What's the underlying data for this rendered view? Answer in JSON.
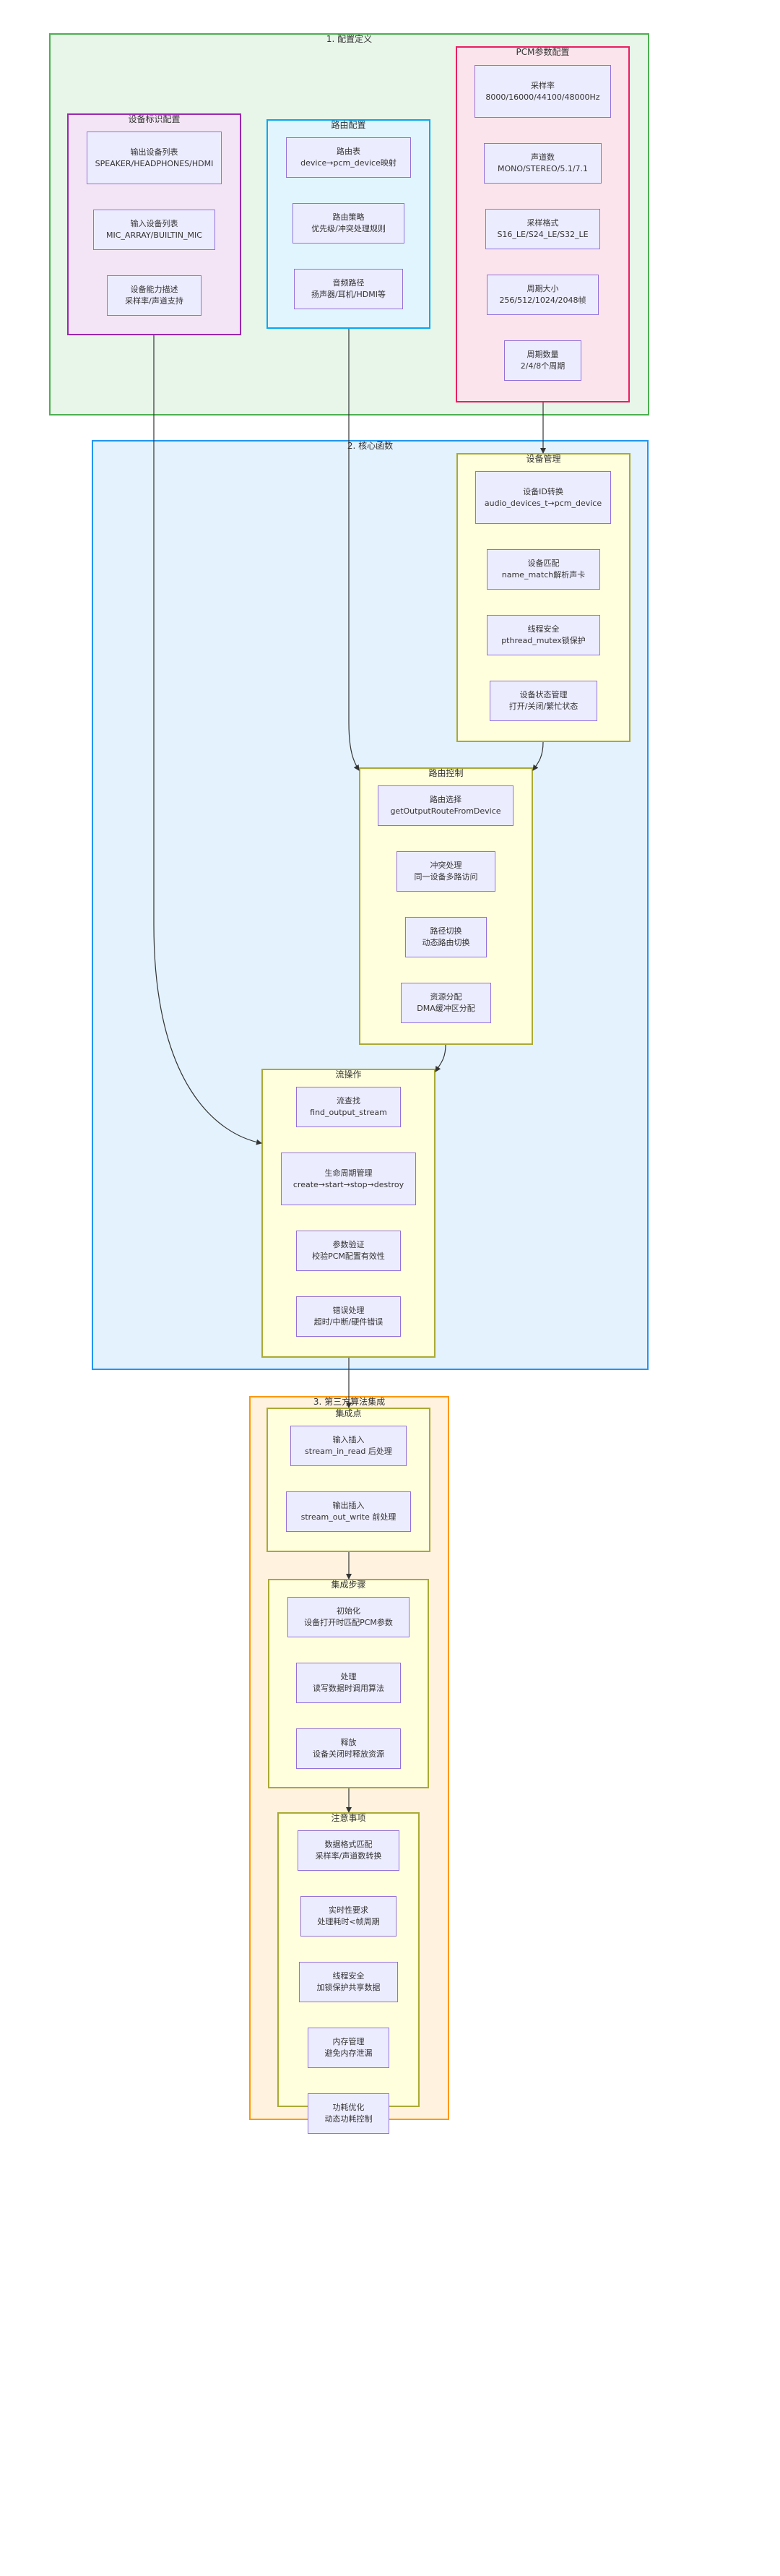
{
  "groups": {
    "config_def": "1. 配置定义",
    "device_id": "设备标识配置",
    "route_cfg": "路由配置",
    "pcm_cfg": "PCM参数配置",
    "core": "2. 核心函数",
    "dev_mgmt": "设备管理",
    "route_ctrl": "路由控制",
    "stream_ops": "流操作",
    "third_party": "3. 第三方算法集成",
    "integration_points": "集成点",
    "integration_steps": "集成步骤",
    "notes": "注意事项"
  },
  "nodes": {
    "out_list": [
      "输出设备列表",
      "SPEAKER/HEADPHONES/HDMI"
    ],
    "in_list": [
      "输入设备列表",
      "MIC_ARRAY/BUILTIN_MIC"
    ],
    "cap_desc": [
      "设备能力描述",
      "采样率/声道支持"
    ],
    "route_table": [
      "路由表",
      "device→pcm_device映射"
    ],
    "route_policy": [
      "路由策略",
      "优先级/冲突处理规则"
    ],
    "audio_path": [
      "音频路径",
      "扬声器/耳机/HDMI等"
    ],
    "sample_rate": [
      "采样率",
      "8000/16000/44100/48000Hz"
    ],
    "channels": [
      "声道数",
      "MONO/STEREO/5.1/7.1"
    ],
    "format": [
      "采样格式",
      "S16_LE/S24_LE/S32_LE"
    ],
    "period_size": [
      "周期大小",
      "256/512/1024/2048帧"
    ],
    "period_count": [
      "周期数量",
      "2/4/8个周期"
    ],
    "id_convert": [
      "设备ID转换",
      "audio_devices_t→pcm_device"
    ],
    "dev_match": [
      "设备匹配",
      "name_match解析声卡"
    ],
    "thread_safe": [
      "线程安全",
      "pthread_mutex锁保护"
    ],
    "dev_state": [
      "设备状态管理",
      "打开/关闭/繁忙状态"
    ],
    "route_select": [
      "路由选择",
      "getOutputRouteFromDevice"
    ],
    "conflict": [
      "冲突处理",
      "同一设备多路访问"
    ],
    "route_switch": [
      "路径切换",
      "动态路由切换"
    ],
    "res_alloc": [
      "资源分配",
      "DMA缓冲区分配"
    ],
    "find_stream": [
      "流查找",
      "find_output_stream"
    ],
    "lifecycle": [
      "生命周期管理",
      "create→start→stop→destroy"
    ],
    "param_check": [
      "参数验证",
      "校验PCM配置有效性"
    ],
    "error_handle": [
      "错误处理",
      "超时/中断/硬件错误"
    ],
    "in_hook": [
      "输入插入",
      "stream_in_read 后处理"
    ],
    "out_hook": [
      "输出插入",
      "stream_out_write 前处理"
    ],
    "init": [
      "初始化",
      "设备打开时匹配PCM参数"
    ],
    "process": [
      "处理",
      "读写数据时调用算法"
    ],
    "release": [
      "释放",
      "设备关闭时释放资源"
    ],
    "data_format": [
      "数据格式匹配",
      "采样率/声道数转换"
    ],
    "realtime": [
      "实时性要求",
      "处理耗时<帧周期"
    ],
    "thread_safe2": [
      "线程安全",
      "加锁保护共享数据"
    ],
    "memory": [
      "内存管理",
      "避免内存泄漏"
    ],
    "power": [
      "功耗优化",
      "动态功耗控制"
    ]
  },
  "colors": {
    "config_fill": "#e8f5e9",
    "config_border": "#4caf50",
    "device_fill": "#f3e5f5",
    "device_border": "#9c27b0",
    "route_fill": "#e1f5fe",
    "route_border": "#03a9f4",
    "pcm_fill": "#fce4ec",
    "pcm_border": "#e91e63",
    "core_fill": "#e3f2fd",
    "core_border": "#2196f3",
    "sub_fill": "#ffffde",
    "sub_border": "#aaaa33",
    "third_fill": "#fff3e0",
    "third_border": "#ff9800",
    "node_fill": "#ececff",
    "node_border": "#9370db"
  }
}
